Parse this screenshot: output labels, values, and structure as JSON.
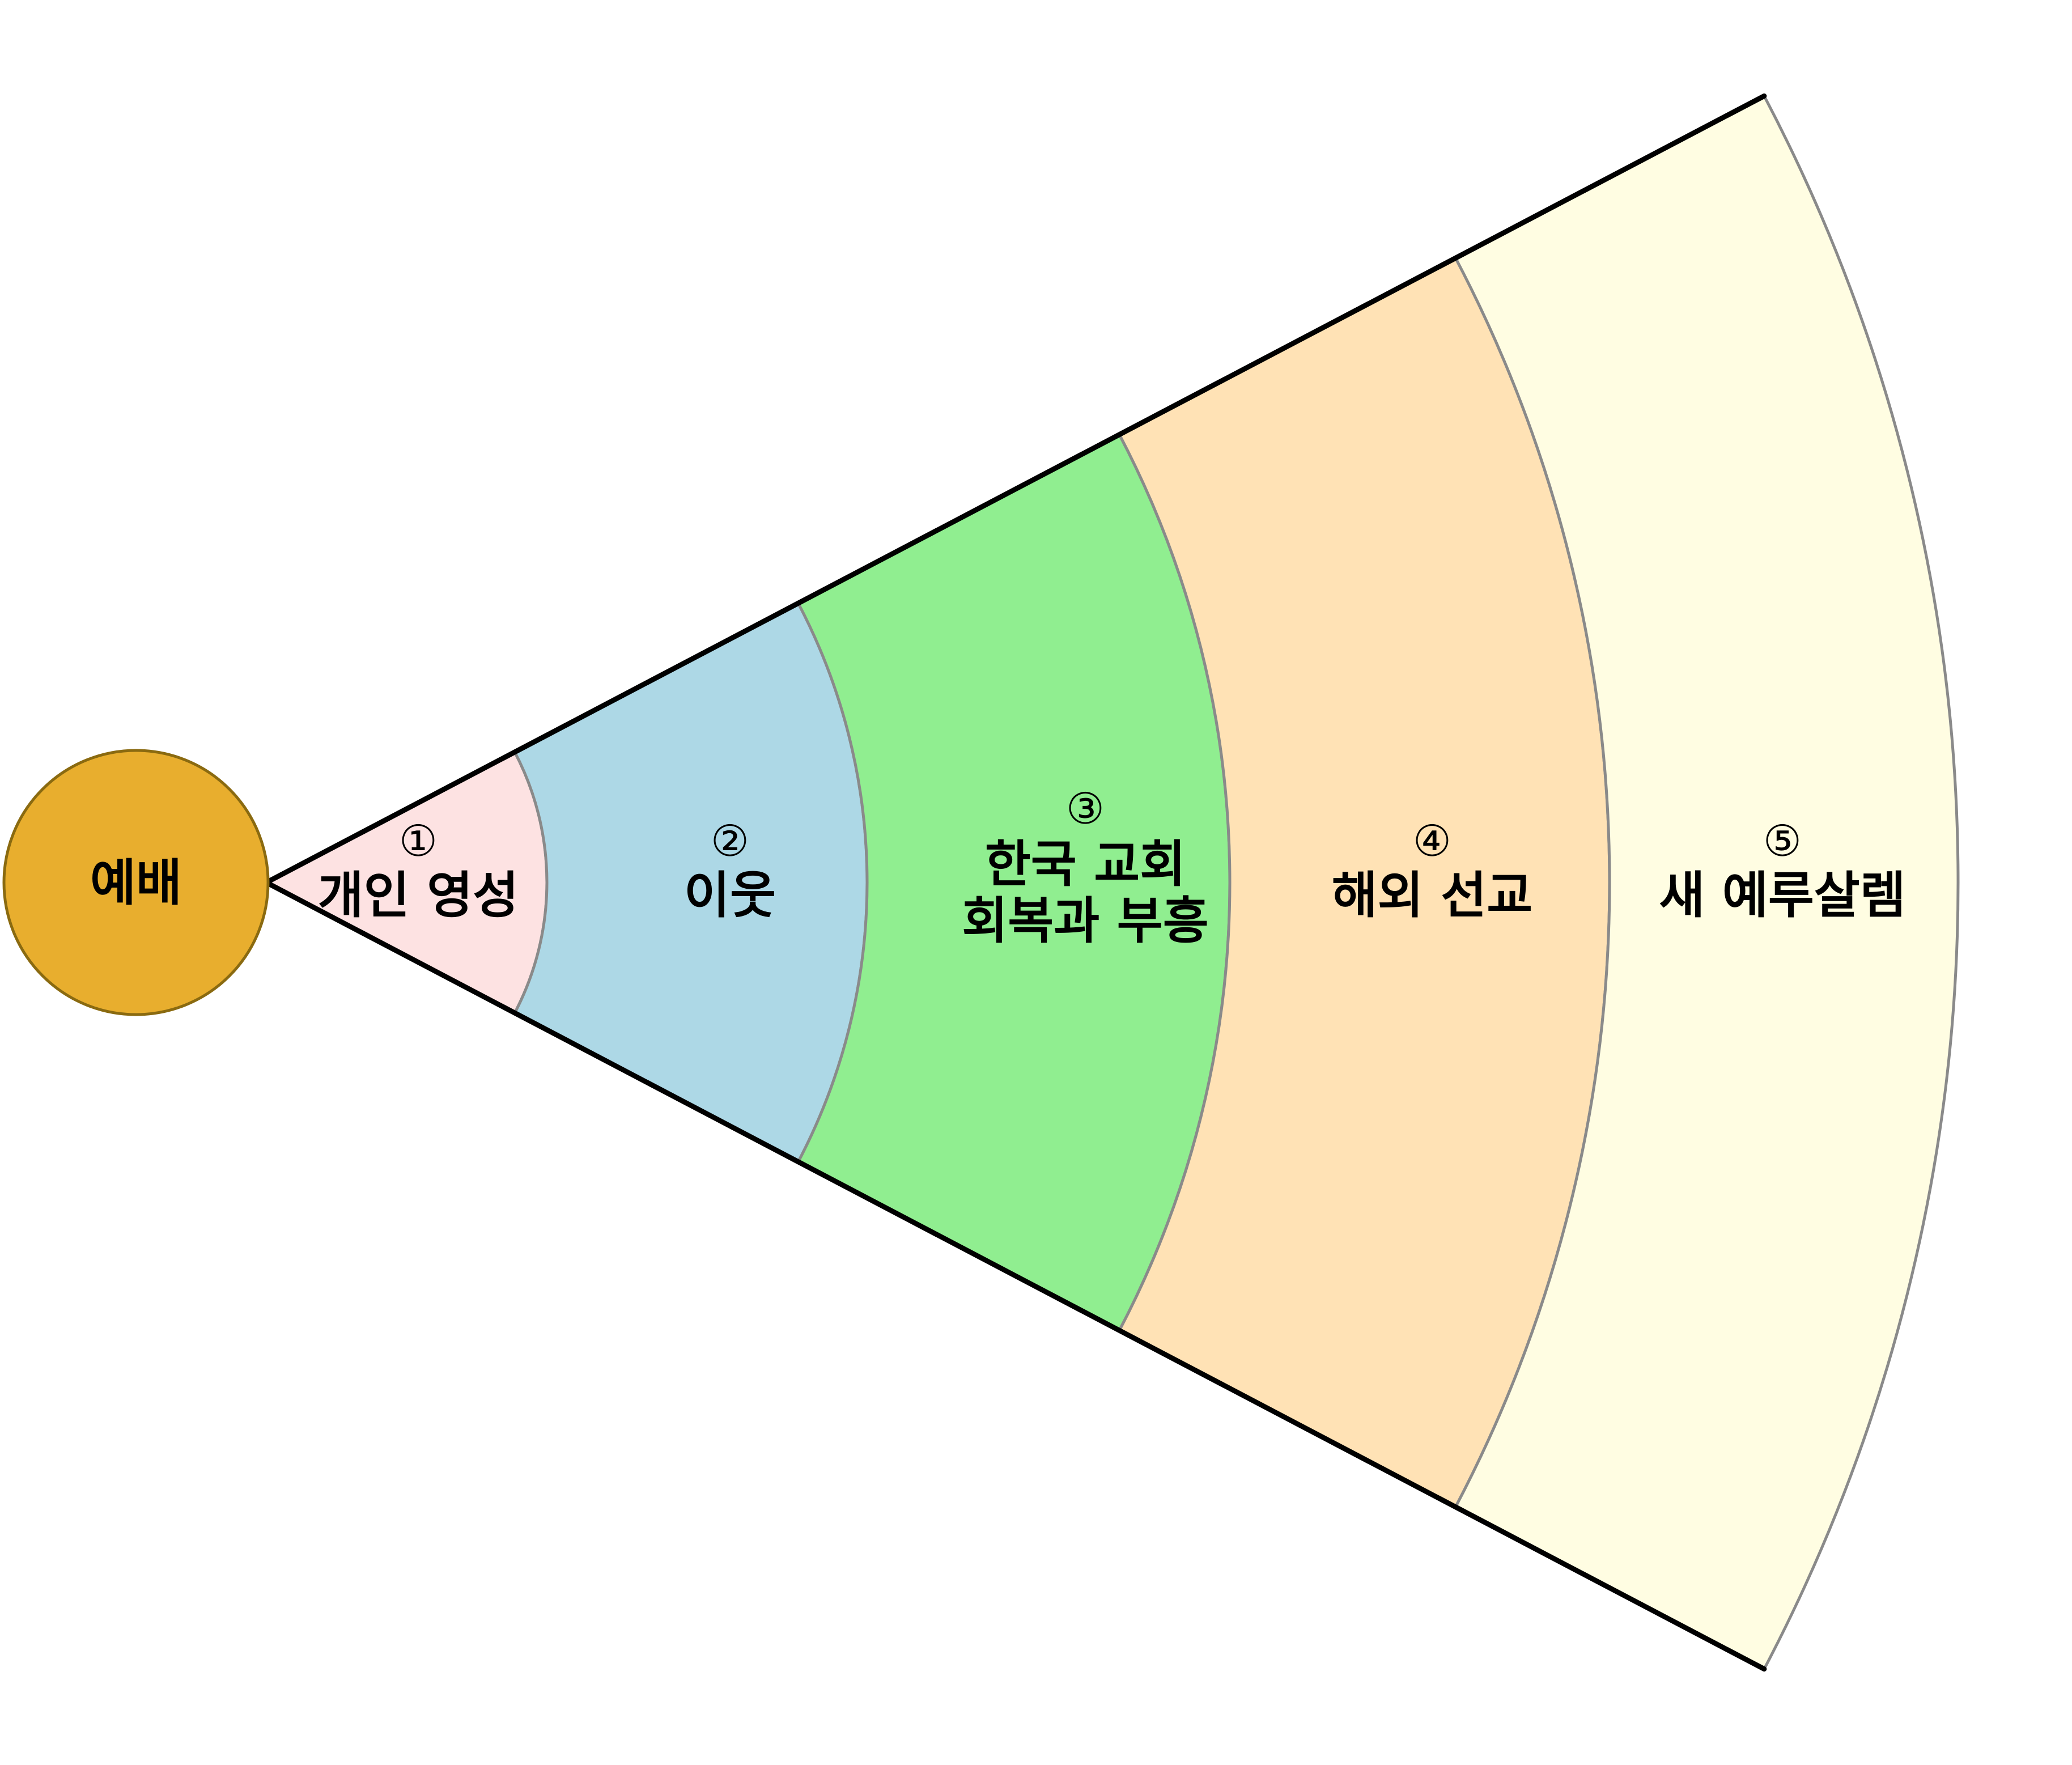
{
  "center": {
    "label": "예배",
    "color": "#E8AE2E"
  },
  "bands": [
    {
      "number": "①",
      "lines": [
        "개인 영성"
      ],
      "color": "#FDE2E2"
    },
    {
      "number": "②",
      "lines": [
        "이웃"
      ],
      "color": "#ADD8E6"
    },
    {
      "number": "③",
      "lines": [
        "한국 교회",
        "회복과 부흥"
      ],
      "color": "#90EE90"
    },
    {
      "number": "④",
      "lines": [
        "해외 선교"
      ],
      "color": "#FFE2B5"
    },
    {
      "number": "⑤",
      "lines": [
        "새 예루살렘"
      ],
      "color": "#FFFDE2"
    }
  ]
}
